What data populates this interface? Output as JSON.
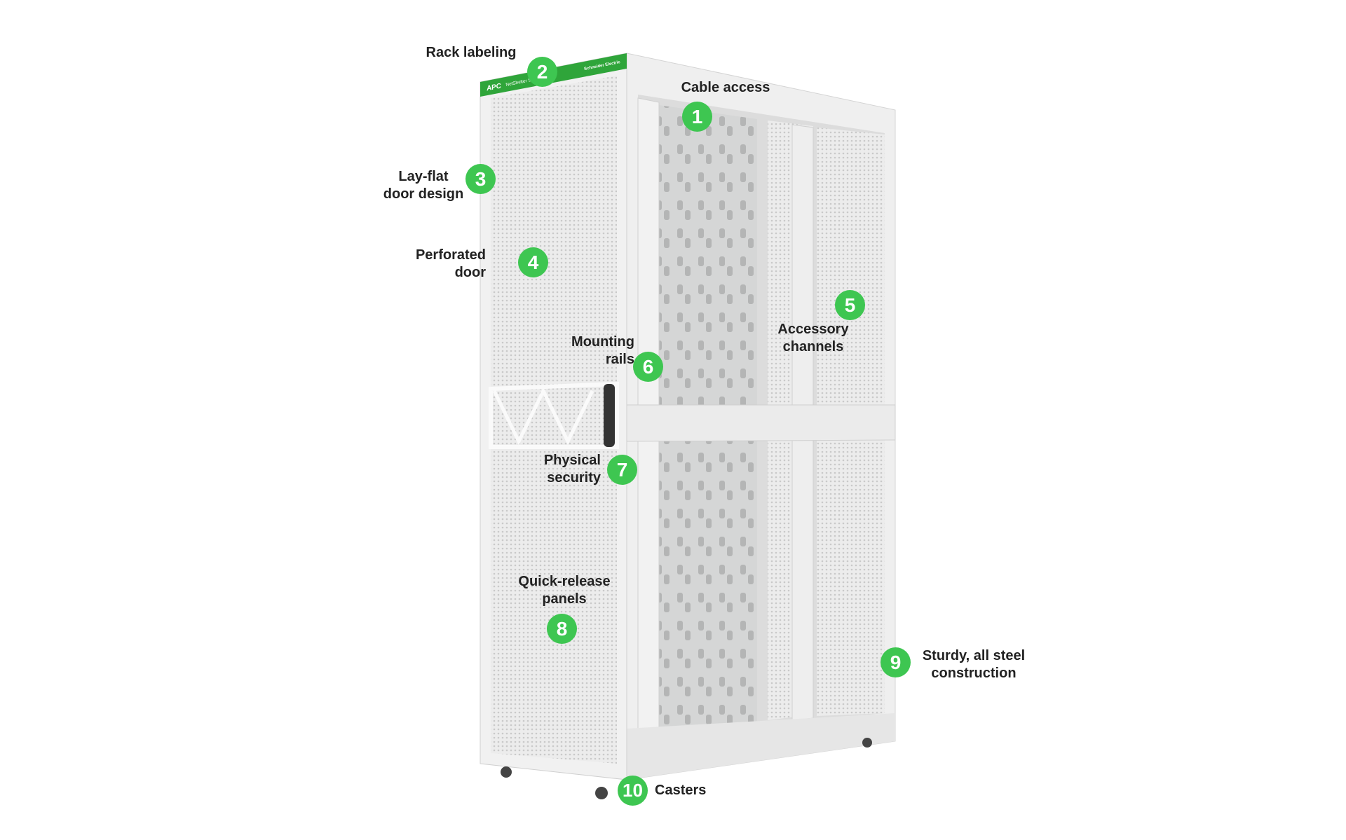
{
  "colors": {
    "accent": "#3ec651",
    "label_text": "#222222",
    "rack": "#e9eaea"
  },
  "brand": {
    "logo": "APC",
    "product": "NetShelter SX",
    "maker": "Schneider Electric"
  },
  "callouts": [
    {
      "number": "1",
      "label": "Cable access"
    },
    {
      "number": "2",
      "label": "Rack labeling"
    },
    {
      "number": "3",
      "label_line1": "Lay-flat",
      "label_line2": "door design"
    },
    {
      "number": "4",
      "label_line1": "Perforated",
      "label_line2": "door"
    },
    {
      "number": "5",
      "label_line1": "Accessory",
      "label_line2": "channels"
    },
    {
      "number": "6",
      "label_line1": "Mounting",
      "label_line2": "rails"
    },
    {
      "number": "7",
      "label_line1": "Physical",
      "label_line2": "security"
    },
    {
      "number": "8",
      "label_line1": "Quick-release",
      "label_line2": "panels"
    },
    {
      "number": "9",
      "label_line1": "Sturdy, all steel",
      "label_line2": "construction"
    },
    {
      "number": "10",
      "label": "Casters"
    }
  ]
}
